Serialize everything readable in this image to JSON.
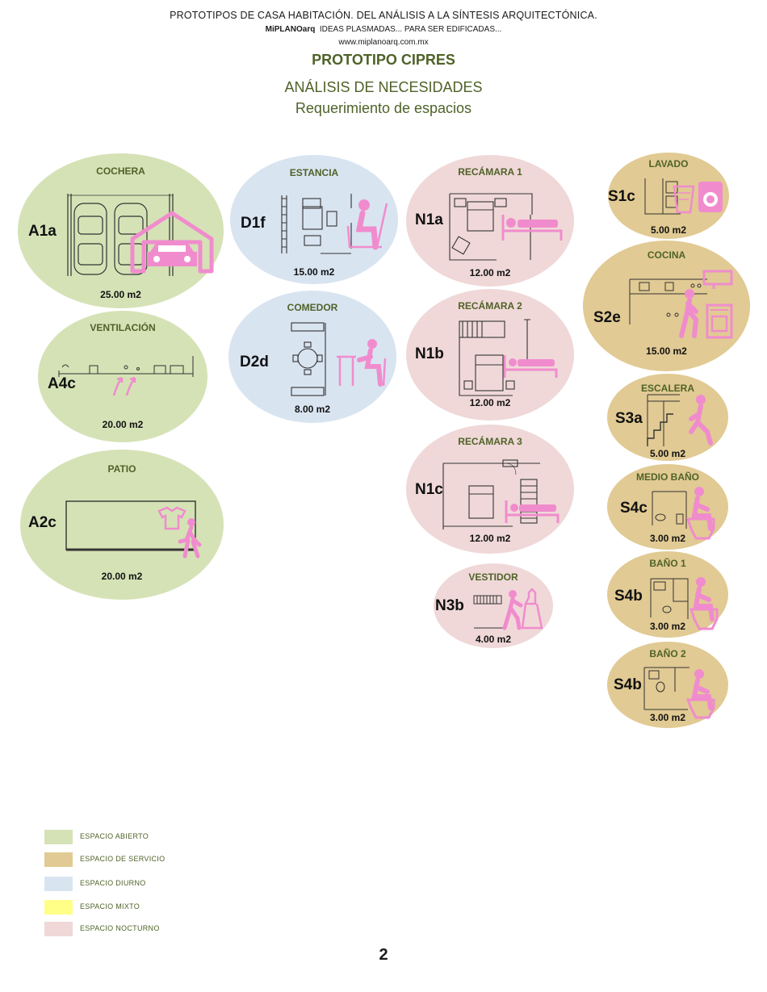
{
  "header": {
    "line1": "PROTOTIPOS DE CASA HABITACIÓN.  DEL ANÁLISIS A LA SÍNTESIS ARQUITECTÓNICA.",
    "brand": "MiPLANOarq",
    "tagline": "IDEAS PLASMADAS...   PARA SER EDIFICADAS...",
    "website": "www.miplanoarq.com.mx",
    "prototype": "PROTOTIPO CIPRES",
    "analysis": "ANÁLISIS DE NECESIDADES",
    "requirement": "Requerimiento de espacios"
  },
  "colors": {
    "espacio_abierto": "#d5e2b6",
    "espacio_servicio": "#e1ca93",
    "espacio_diurno": "#d9e4f1",
    "espacio_mixto": "#ffff88",
    "espacio_nocturno": "#f0d8d8",
    "title_green": "#4f6228",
    "figure_pink": "#f08ccd"
  },
  "spaces": {
    "cochera": {
      "name": "COCHERA",
      "code": "A1a",
      "area": "25.00 m2",
      "icon": "garage-car-icon"
    },
    "ventilacion": {
      "name": "VENTILACIÓN",
      "code": "A4c",
      "area": "20.00 m2",
      "icon": "airflow-icon"
    },
    "patio": {
      "name": "PATIO",
      "code": "A2c",
      "area": "20.00 m2",
      "icon": "person-laundry-icon"
    },
    "estancia": {
      "name": "ESTANCIA",
      "code": "D1f",
      "area": "15.00 m2",
      "icon": "person-armchair-icon"
    },
    "comedor": {
      "name": "COMEDOR",
      "code": "D2d",
      "area": "8.00 m2",
      "icon": "person-dining-icon"
    },
    "recamara1": {
      "name": "RECÁMARA 1",
      "code": "N1a",
      "area": "12.00 m2",
      "icon": "person-bed-icon"
    },
    "recamara2": {
      "name": "RECÁMARA 2",
      "code": "N1b",
      "area": "12.00 m2",
      "icon": "person-bed-icon"
    },
    "recamara3": {
      "name": "RECÁMARA 3",
      "code": "N1c",
      "area": "12.00 m2",
      "icon": "person-bed-icon"
    },
    "vestidor": {
      "name": "VESTIDOR",
      "code": "N3b",
      "area": "4.00 m2",
      "icon": "person-dress-icon"
    },
    "lavado": {
      "name": "LAVADO",
      "code": "S1c",
      "area": "5.00 m2",
      "icon": "washing-machine-icon"
    },
    "cocina": {
      "name": "COCINA",
      "code": "S2e",
      "area": "15.00 m2",
      "icon": "person-stove-icon"
    },
    "escalera": {
      "name": "ESCALERA",
      "code": "S3a",
      "area": "5.00 m2",
      "icon": "person-stairs-icon"
    },
    "medio_bano": {
      "name": "MEDIO BAÑO",
      "code": "S4c",
      "area": "3.00 m2",
      "icon": "person-toilet-icon"
    },
    "bano1": {
      "name": "BAÑO 1",
      "code": "S4b",
      "area": "3.00 m2",
      "icon": "person-toilet-icon"
    },
    "bano2": {
      "name": "BAÑO 2",
      "code": "S4b",
      "area": "3.00 m2",
      "icon": "person-toilet-icon"
    }
  },
  "legend": [
    {
      "label": "ESPACIO  ABIERTO",
      "color": "#d5e2b6"
    },
    {
      "label": "ESPACIO  DE  SERVICIO",
      "color": "#e1ca93"
    },
    {
      "label": "ESPACIO  DIURNO",
      "color": "#d9e4f1"
    },
    {
      "label": "ESPACIO  MIXTO",
      "color": "#ffff88"
    },
    {
      "label": "ESPACIO NOCTURNO",
      "color": "#f0d8d8"
    }
  ],
  "page_number": "2"
}
